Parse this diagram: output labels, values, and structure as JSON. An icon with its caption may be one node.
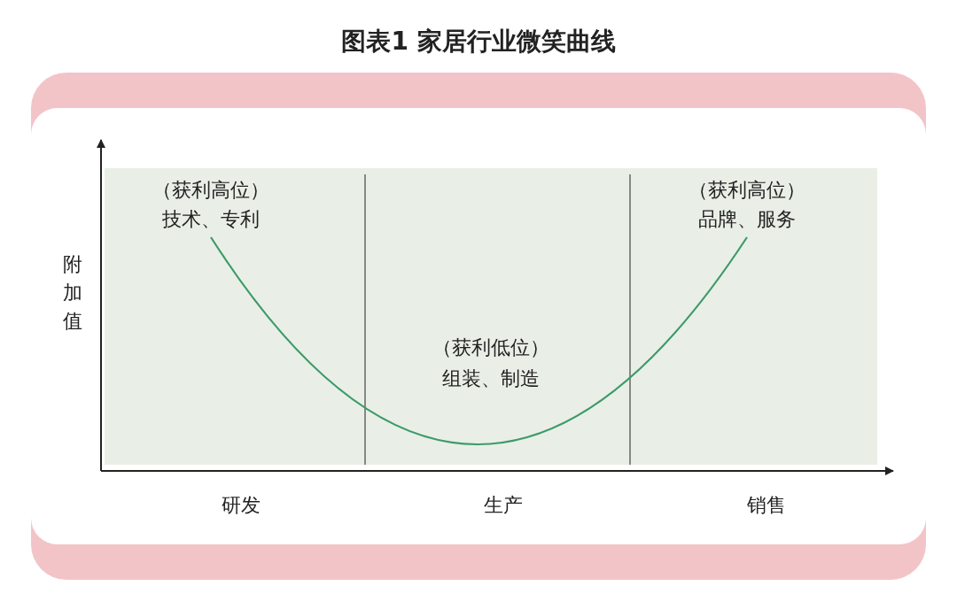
{
  "diagram": {
    "title": "图表1 家居行业微笑曲线",
    "labels": [
      "（获利高位）",
      "技术、专利",
      "（获利高位）",
      "品牌、服务",
      "附加值",
      "（获利低位）",
      "组装、制造",
      "研发",
      "生产",
      "销售"
    ]
  }
}
